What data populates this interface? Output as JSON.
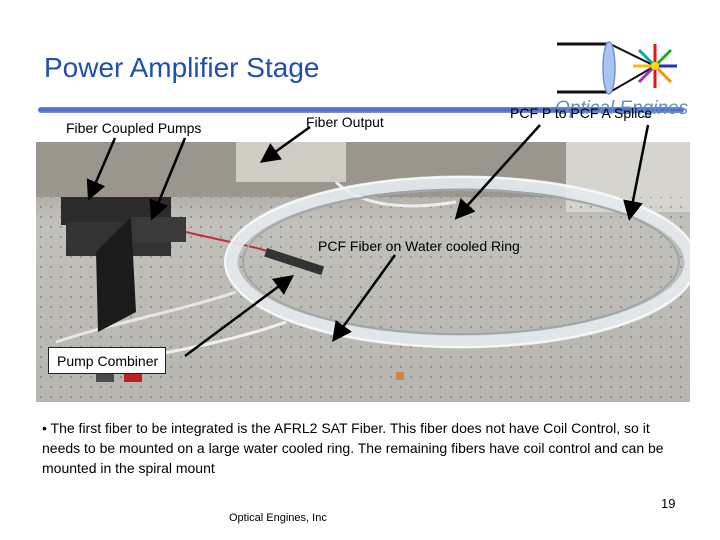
{
  "slide": {
    "title": "Power Amplifier Stage",
    "brand_text": "Optical Engines",
    "labels": {
      "fiber_coupled_pumps": "Fiber Coupled Pumps",
      "fiber_output": "Fiber Output",
      "splice": "PCF P to PCF A Splice",
      "ring": "PCF Fiber on Water cooled Ring",
      "pump_combiner": "Pump Combiner"
    },
    "bullet": "•  The first fiber to be integrated is the AFRL2 SAT Fiber.  This fiber does not have Coil Control, so it needs to be mounted on a large water cooled ring.  The remaining fibers have coil control and can be mounted in the spiral mount",
    "footer": "Optical Engines, Inc",
    "page_number": "19"
  },
  "colors": {
    "title": "#1f4eb4",
    "rule": "#4b67c8",
    "brand": "#5d8fc9"
  },
  "icons": [
    "lens-logo-icon",
    "starburst-logo-icon"
  ]
}
